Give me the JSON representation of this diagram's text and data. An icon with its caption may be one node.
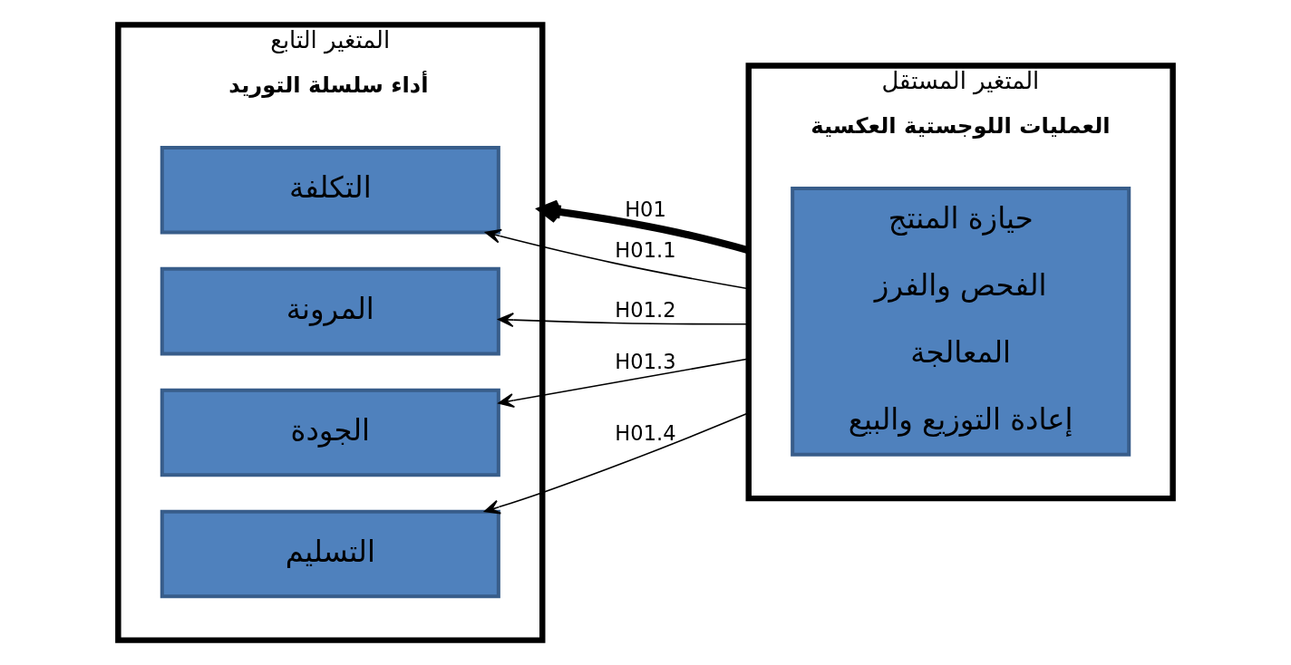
{
  "diagram": {
    "nodes": [
      {
        "text": [
          "المتغير المستقل",
          "العمليات اللوجستية العكسية"
        ]
      },
      {
        "text": [
          "حيازة المنتج",
          "الفحص والفرز",
          "المعالجة",
          "إعادة التوزيع والبيع"
        ],
        "in": 0
      },
      {
        "text": [
          "المتغير التابع",
          "أداء سلسلة التوريد"
        ]
      },
      {
        "text": [
          "التكلفة"
        ],
        "in": 2
      },
      {
        "text": [
          "المرونة"
        ],
        "in": 2
      },
      {
        "text": [
          "الجودة"
        ],
        "in": 2
      },
      {
        "text": [
          "التسليم"
        ],
        "in": 2
      }
    ],
    "edges": [
      {
        "from": 0,
        "to": 2,
        "arrow": "to",
        "label": "H01",
        "style": "thick"
      },
      {
        "from": 0,
        "to": 3,
        "arrow": "to",
        "label": "H01.1"
      },
      {
        "from": 0,
        "to": 4,
        "arrow": "to",
        "label": "H01.2"
      },
      {
        "from": 0,
        "to": 5,
        "arrow": "to",
        "label": "H01.3"
      },
      {
        "from": 0,
        "to": 6,
        "arrow": "to",
        "label": "H01.4"
      }
    ]
  }
}
